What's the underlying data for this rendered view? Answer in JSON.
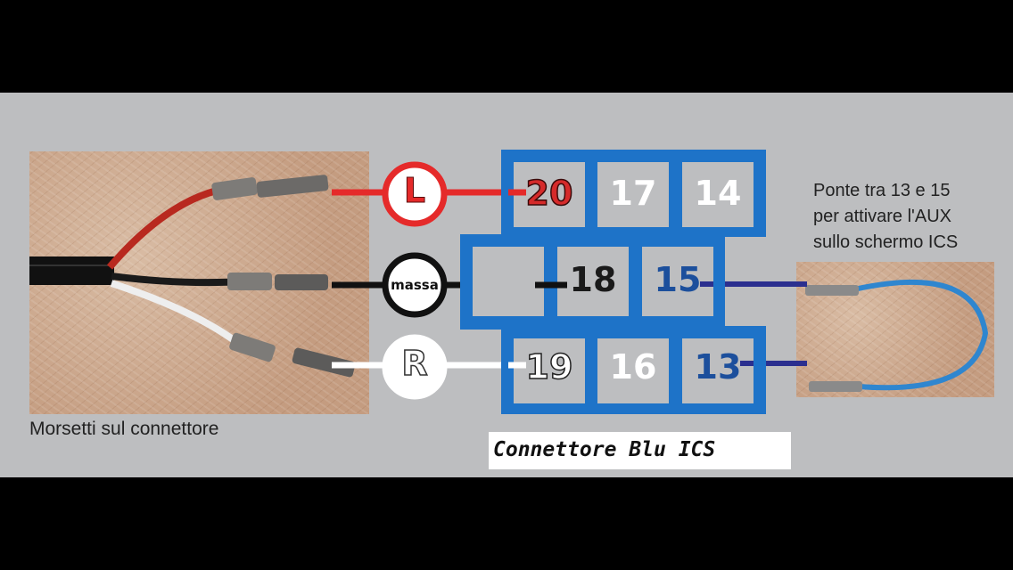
{
  "diagram": {
    "connector_title": "Connettore Blu ICS",
    "left_caption": "Morsetti sul connettore",
    "right_caption": [
      "Ponte tra  13 e 15",
      "per attivare l'AUX",
      "sullo schermo ICS"
    ],
    "circles": {
      "left": "L",
      "ground": "massa",
      "right": "R"
    },
    "pins": {
      "row1": [
        "20",
        "17",
        "14"
      ],
      "row2": [
        "",
        "18",
        "15"
      ],
      "row3": [
        "19",
        "16",
        "13"
      ]
    },
    "colors": {
      "connector": "#1e73c8",
      "pin_cell": "#bdbec0",
      "left_wire": "#e52a2a",
      "ground_wire": "#111111",
      "right_wire": "#ffffff",
      "jumper_wire": "#2b2f8f",
      "pin20_text": "#d52a2a",
      "pin15_13_text": "#1c4f9c"
    }
  }
}
